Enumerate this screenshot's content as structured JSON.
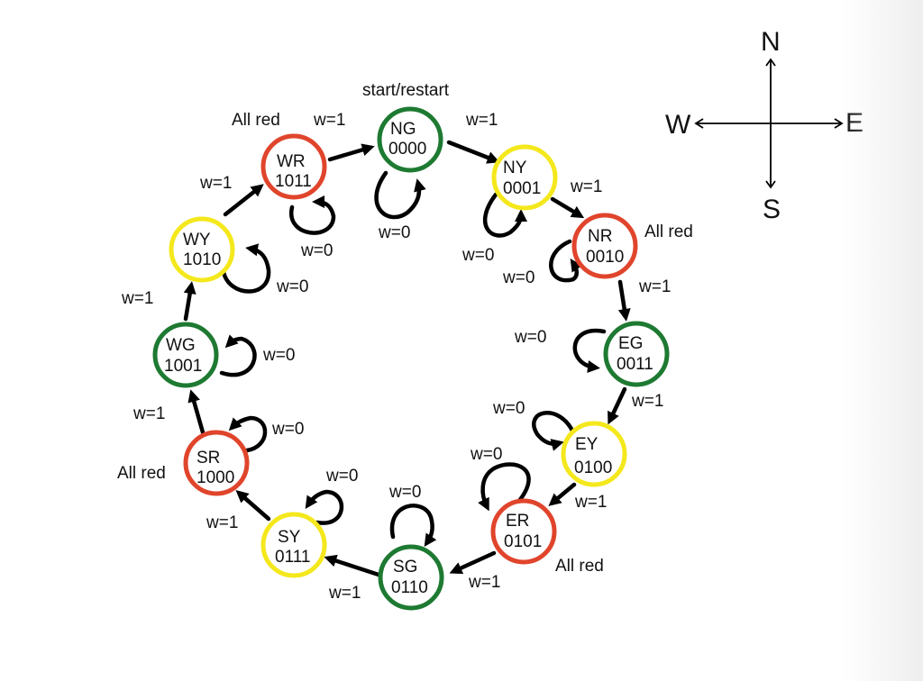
{
  "title": "start/restart",
  "colors": {
    "green": "#1e7a32",
    "yellow": "#f4e81c",
    "red": "#e0452c",
    "arrow": "#000000"
  },
  "states": [
    {
      "id": "NG",
      "name": "NG",
      "code": "0000",
      "color": "green"
    },
    {
      "id": "NY",
      "name": "NY",
      "code": "0001",
      "color": "yellow"
    },
    {
      "id": "NR",
      "name": "NR",
      "code": "0010",
      "color": "red",
      "note": "All red"
    },
    {
      "id": "EG",
      "name": "EG",
      "code": "0011",
      "color": "green"
    },
    {
      "id": "EY",
      "name": "EY",
      "code": "0100",
      "color": "yellow"
    },
    {
      "id": "ER",
      "name": "ER",
      "code": "0101",
      "color": "red",
      "note": "All red"
    },
    {
      "id": "SG",
      "name": "SG",
      "code": "0110",
      "color": "green"
    },
    {
      "id": "SY",
      "name": "SY",
      "code": "0111",
      "color": "yellow"
    },
    {
      "id": "SR",
      "name": "SR",
      "code": "1000",
      "color": "red",
      "note": "All red"
    },
    {
      "id": "WG",
      "name": "WG",
      "code": "1001",
      "color": "green"
    },
    {
      "id": "WY",
      "name": "WY",
      "code": "1010",
      "color": "yellow"
    },
    {
      "id": "WR",
      "name": "WR",
      "code": "1011",
      "color": "red",
      "note": "All red"
    }
  ],
  "transitions": [
    {
      "from": "NG",
      "to": "NY",
      "label": "w=1"
    },
    {
      "from": "NY",
      "to": "NR",
      "label": "w=1"
    },
    {
      "from": "NR",
      "to": "EG",
      "label": "w=1"
    },
    {
      "from": "EG",
      "to": "EY",
      "label": "w=1"
    },
    {
      "from": "EY",
      "to": "ER",
      "label": "w=1"
    },
    {
      "from": "ER",
      "to": "SG",
      "label": "w=1"
    },
    {
      "from": "SG",
      "to": "SY",
      "label": "w=1"
    },
    {
      "from": "SY",
      "to": "SR",
      "label": "w=1"
    },
    {
      "from": "SR",
      "to": "WG",
      "label": "w=1"
    },
    {
      "from": "WG",
      "to": "WY",
      "label": "w=1"
    },
    {
      "from": "WY",
      "to": "WR",
      "label": "w=1"
    },
    {
      "from": "WR",
      "to": "NG",
      "label": "w=1"
    }
  ],
  "self_loops": [
    {
      "state": "NG",
      "label": "w=0"
    },
    {
      "state": "NY",
      "label": "w=0"
    },
    {
      "state": "NR",
      "label": "w=0"
    },
    {
      "state": "EG",
      "label": "w=0"
    },
    {
      "state": "EY",
      "label": "w=0"
    },
    {
      "state": "ER",
      "label": "w=0"
    },
    {
      "state": "SG",
      "label": "w=0"
    },
    {
      "state": "SY",
      "label": "w=0"
    },
    {
      "state": "SR",
      "label": "w=0"
    },
    {
      "state": "WG",
      "label": "w=0"
    },
    {
      "state": "WY",
      "label": "w=0"
    },
    {
      "state": "WR",
      "label": "w=0"
    }
  ],
  "compass": {
    "north": "N",
    "south": "S",
    "east": "E",
    "west": "W"
  }
}
